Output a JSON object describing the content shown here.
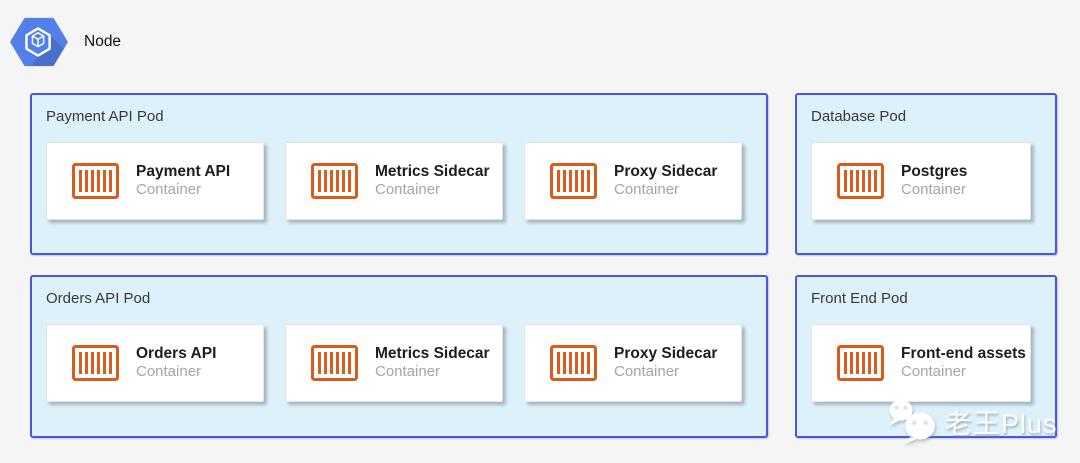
{
  "node": {
    "label": "Node",
    "icon": "kubernetes-node-icon"
  },
  "pods": [
    {
      "id": "payment-api-pod",
      "title": "Payment API Pod",
      "containers": [
        {
          "name": "Payment API",
          "type": "Container",
          "icon": "container-icon"
        },
        {
          "name": "Metrics Sidecar",
          "type": "Container",
          "icon": "container-icon"
        },
        {
          "name": "Proxy Sidecar",
          "type": "Container",
          "icon": "container-icon"
        }
      ]
    },
    {
      "id": "database-pod",
      "title": "Database Pod",
      "containers": [
        {
          "name": "Postgres",
          "type": "Container",
          "icon": "container-icon"
        }
      ]
    },
    {
      "id": "orders-api-pod",
      "title": "Orders API Pod",
      "containers": [
        {
          "name": "Orders API",
          "type": "Container",
          "icon": "container-icon"
        },
        {
          "name": "Metrics Sidecar",
          "type": "Container",
          "icon": "container-icon"
        },
        {
          "name": "Proxy Sidecar",
          "type": "Container",
          "icon": "container-icon"
        }
      ]
    },
    {
      "id": "front-end-pod",
      "title": "Front End Pod",
      "containers": [
        {
          "name": "Front-end assets",
          "type": "Container",
          "icon": "container-icon"
        }
      ]
    }
  ],
  "watermark": {
    "text": "老王Plus",
    "icon": "wechat-icon"
  },
  "colors": {
    "container_accent": "#DB5A1E",
    "pod_border": "#4B55E1",
    "pod_fill": "#DDF1FB",
    "node_icon_blue": "#5380E8",
    "canvas_background": "#F5F5F6"
  }
}
